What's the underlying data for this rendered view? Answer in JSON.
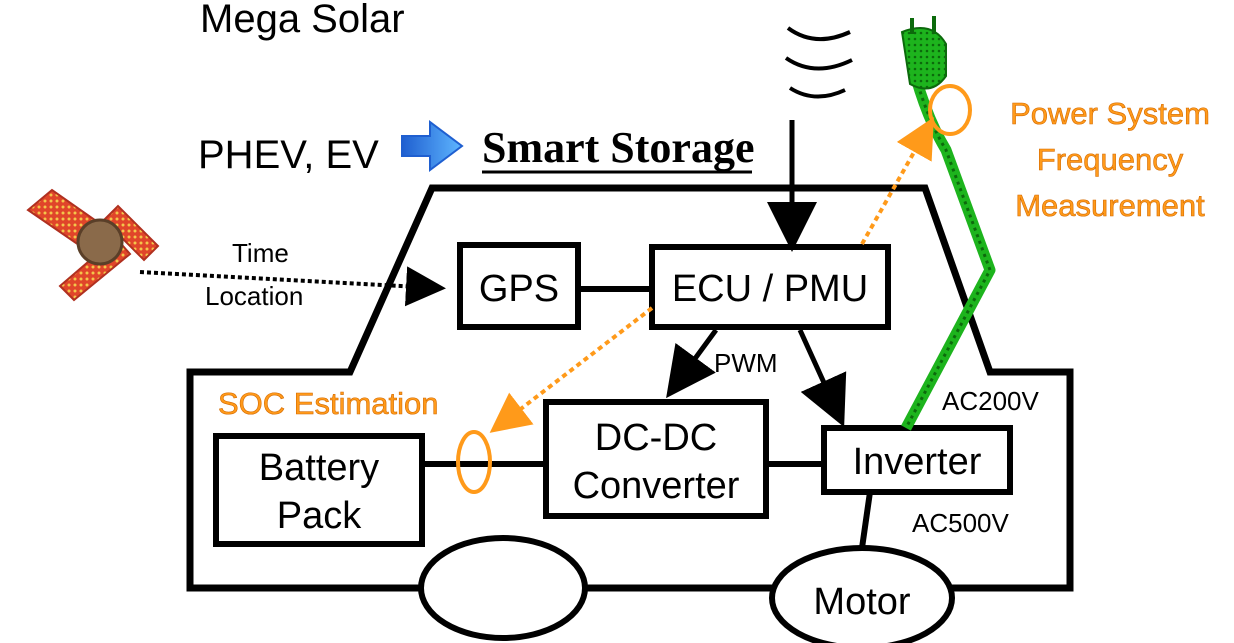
{
  "header": {
    "cutoff_text": "Mega Solar",
    "phev_label": "PHEV, EV",
    "smart_storage_label": "Smart Storage"
  },
  "blocks": {
    "gps": "GPS",
    "ecu": "ECU / PMU",
    "dcdc_line1": "DC-DC",
    "dcdc_line2": "Converter",
    "battery_line1": "Battery",
    "battery_line2": "Pack",
    "inverter": "Inverter",
    "motor": "Motor"
  },
  "signals": {
    "time": "Time",
    "location": "Location",
    "pwm": "PWM",
    "ac200": "AC200V",
    "ac500": "AC500V"
  },
  "annotations": {
    "soc": "SOC Estimation",
    "power_line1": "Power System",
    "power_line2": "Frequency",
    "power_line3": "Measurement"
  },
  "colors": {
    "line": "#000000",
    "annotation": "#ff9a1a",
    "plug": "#1db41d",
    "satellite_body": "#8a6a4a",
    "satellite_panel": "#e0452a",
    "arrow_blue": "#2f7fe8"
  }
}
